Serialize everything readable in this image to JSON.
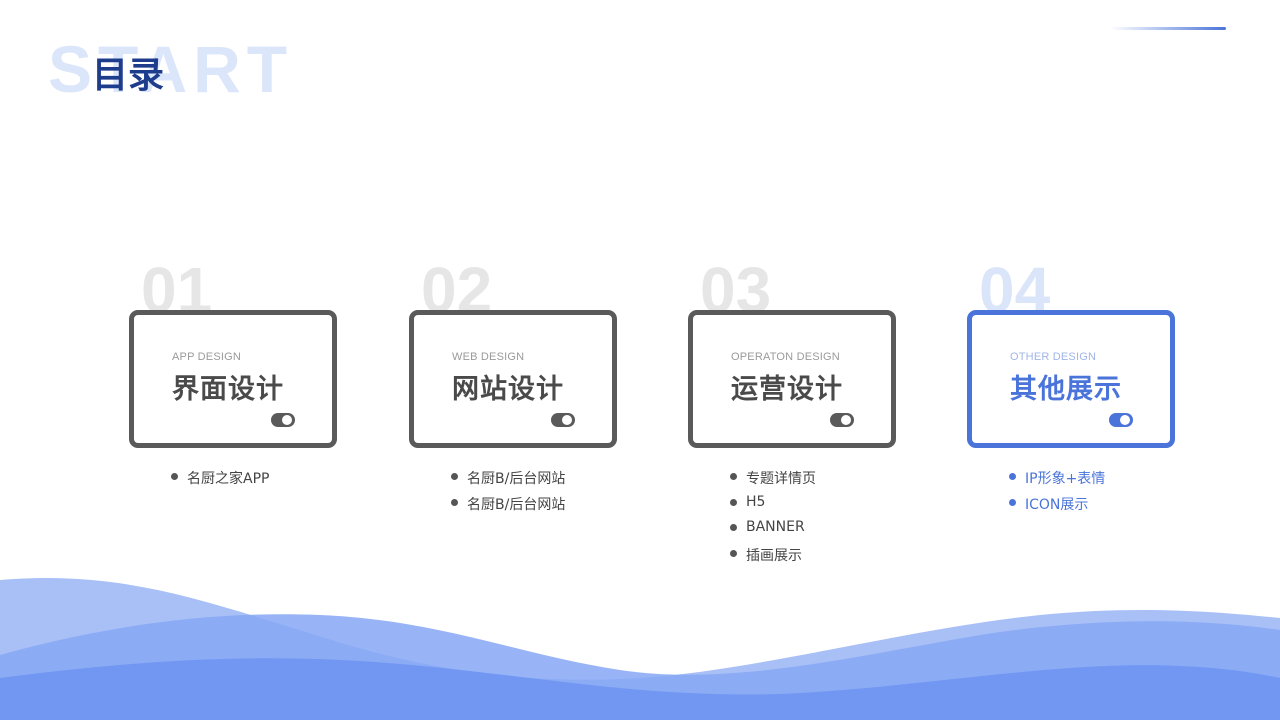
{
  "header": {
    "watermark": "START",
    "title": "目录"
  },
  "cards": [
    {
      "number": "01",
      "eng": "APP DESIGN",
      "cn": "界面设计",
      "items": [
        "名厨之家APP"
      ],
      "active": false
    },
    {
      "number": "02",
      "eng": "WEB DESIGN",
      "cn": "网站设计",
      "items": [
        "名厨B/后台网站",
        "名厨B/后台网站"
      ],
      "active": false
    },
    {
      "number": "03",
      "eng": "OPERATON DESIGN",
      "cn": "运营设计",
      "items": [
        "专题详情页",
        "H5",
        "BANNER",
        "插画展示"
      ],
      "active": false
    },
    {
      "number": "04",
      "eng": "OTHER DESIGN",
      "cn": "其他展示",
      "items": [
        "IP形象+表情",
        "ICON展示"
      ],
      "active": true
    }
  ],
  "colors": {
    "accent": "#4a74da",
    "title": "#1e3c8c",
    "inactive": "#5a5a5a"
  }
}
